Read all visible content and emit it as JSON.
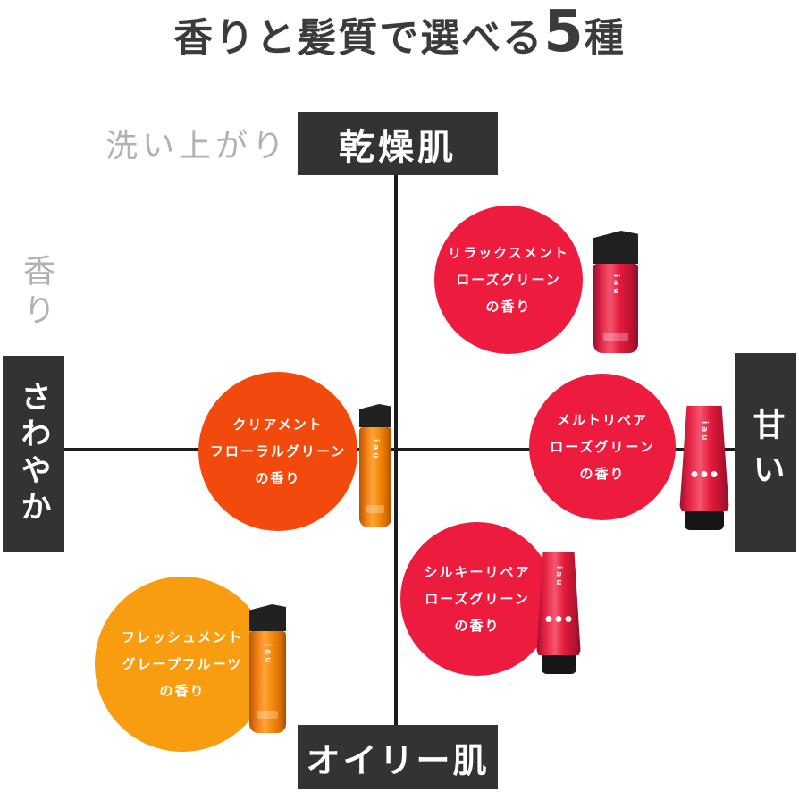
{
  "title": {
    "before": "香りと髪質で選べる",
    "number": "5",
    "after": "種"
  },
  "annotations": {
    "wash_feel": "洗い上がり",
    "scent": "香り"
  },
  "axis_labels": {
    "top": "乾燥肌",
    "bottom": "オイリー肌",
    "left": "さわやか",
    "right": "甘い"
  },
  "colors": {
    "red_circle": "#ED1C3F",
    "orange_red_circle": "#F24A0D",
    "orange_circle": "#F89C10",
    "axis_box_bg": "#333333",
    "axis_line": "#1B1B1B",
    "muted_gray_text": "#B1B1B1",
    "title_text": "#3B3B3B"
  },
  "bottle_logo": "iau",
  "products": [
    {
      "name": "relaxment-rose-green",
      "lines": [
        "リラックスメント",
        "ローズグリーン",
        "の香り"
      ],
      "circle_color": "#ED1C3F",
      "container": "bottle",
      "map_position": {
        "skin": "dry",
        "scent": "slightly-sweet"
      }
    },
    {
      "name": "clearment-floral-green",
      "lines": [
        "クリアメント",
        "フローラルグリーン",
        "の香り"
      ],
      "circle_color": "#F24A0D",
      "container": "bottle",
      "map_position": {
        "skin": "middle",
        "scent": "fresh"
      }
    },
    {
      "name": "meltrepair-rose-green",
      "lines": [
        "メルトリペア",
        "ローズグリーン",
        "の香り"
      ],
      "circle_color": "#ED1C3F",
      "container": "tube",
      "map_position": {
        "skin": "middle",
        "scent": "sweet"
      }
    },
    {
      "name": "silkyrepair-rose-green",
      "lines": [
        "シルキーリペア",
        "ローズグリーン",
        "の香り"
      ],
      "circle_color": "#ED1C3F",
      "container": "tube",
      "map_position": {
        "skin": "oily",
        "scent": "slightly-sweet"
      }
    },
    {
      "name": "freshment-grapefruit",
      "lines": [
        "フレッシュメント",
        "グレープフルーツ",
        "の香り"
      ],
      "circle_color": "#F89C10",
      "container": "bottle",
      "map_position": {
        "skin": "oily",
        "scent": "fresh"
      }
    }
  ]
}
